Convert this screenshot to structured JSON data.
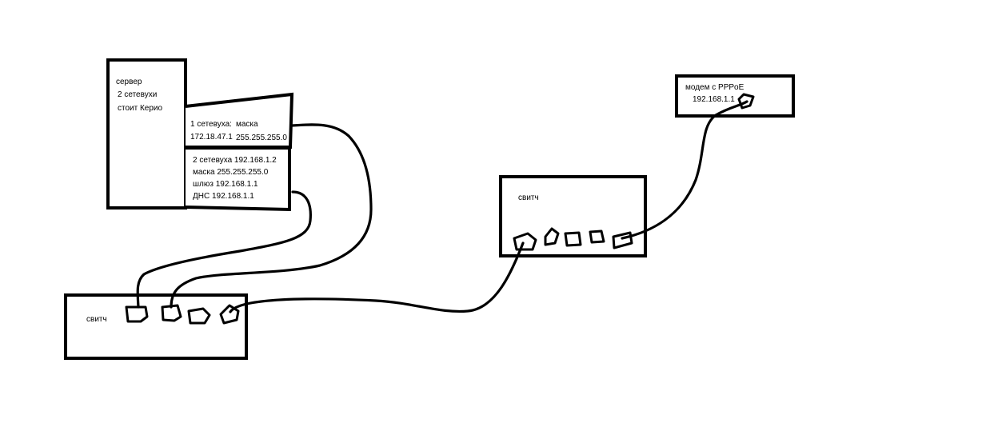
{
  "server": {
    "line1": "сервер",
    "line2": "2 сетевухи",
    "line3": "стоит Керио"
  },
  "nic1": {
    "title": "1 сетевуха:",
    "ip": "172.18.47.1",
    "mask_label": "маска",
    "mask": "255.255.255.0"
  },
  "nic2": {
    "line1": "2 сетевуха 192.168.1.2",
    "line2": "маска 255.255.255.0",
    "line3": "шлюз 192.168.1.1",
    "line4": "ДНС 192.168.1.1"
  },
  "switch_left": {
    "label": "свитч"
  },
  "switch_right": {
    "label": "свитч"
  },
  "modem": {
    "line1": "модем с PPPoE",
    "line2": "192.168.1.1"
  }
}
